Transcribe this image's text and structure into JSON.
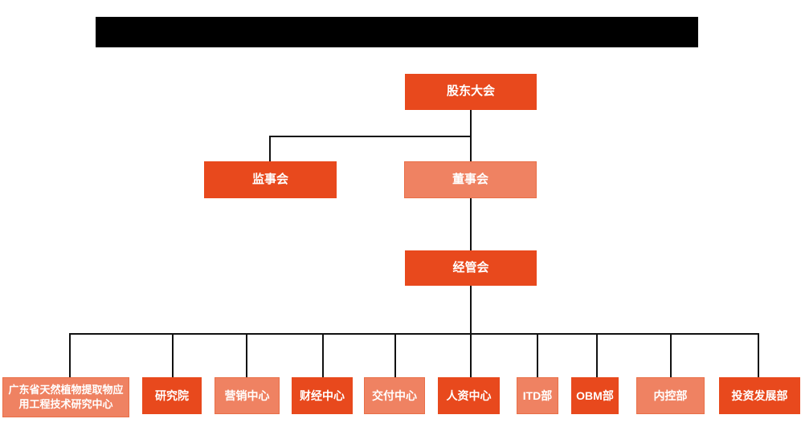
{
  "theme": {
    "dark_orange": "#E8491D",
    "light_orange": "#EF8262",
    "light_orange_border": "#E96F48",
    "line_color": "#111111",
    "text_color": "#ffffff",
    "background": "#ffffff",
    "redaction_color": "#000000"
  },
  "title_bar": {
    "redacted": true,
    "text": ""
  },
  "org_chart": {
    "type": "organization-hierarchy",
    "root": {
      "label": "股东大会",
      "variant": "dark"
    },
    "level2": [
      {
        "label": "监事会",
        "variant": "dark"
      },
      {
        "label": "董事会",
        "variant": "light"
      }
    ],
    "level3": {
      "label": "经管会",
      "variant": "dark"
    },
    "departments": [
      {
        "label": "广东省天然植物提取物应用工程技术研究中心",
        "variant": "light"
      },
      {
        "label": "研究院",
        "variant": "dark"
      },
      {
        "label": "营销中心",
        "variant": "light"
      },
      {
        "label": "财经中心",
        "variant": "dark"
      },
      {
        "label": "交付中心",
        "variant": "light"
      },
      {
        "label": "人资中心",
        "variant": "dark"
      },
      {
        "label": "ITD部",
        "variant": "light"
      },
      {
        "label": "OBM部",
        "variant": "dark"
      },
      {
        "label": "内控部",
        "variant": "light"
      },
      {
        "label": "投资发展部",
        "variant": "dark"
      }
    ]
  }
}
